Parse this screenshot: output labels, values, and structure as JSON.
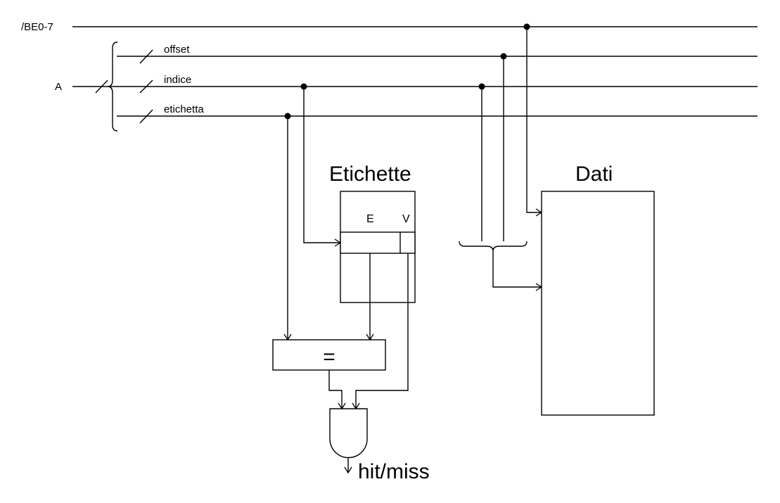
{
  "signals": {
    "byte_enable": "/BE0-7",
    "address": "A",
    "offset": "offset",
    "index": "indice",
    "tag": "etichetta"
  },
  "blocks": {
    "tags_title": "Etichette",
    "data_title": "Dati",
    "tag_col_e": "E",
    "tag_col_v": "V",
    "comparator": "="
  },
  "output": {
    "label": "hit/miss"
  }
}
